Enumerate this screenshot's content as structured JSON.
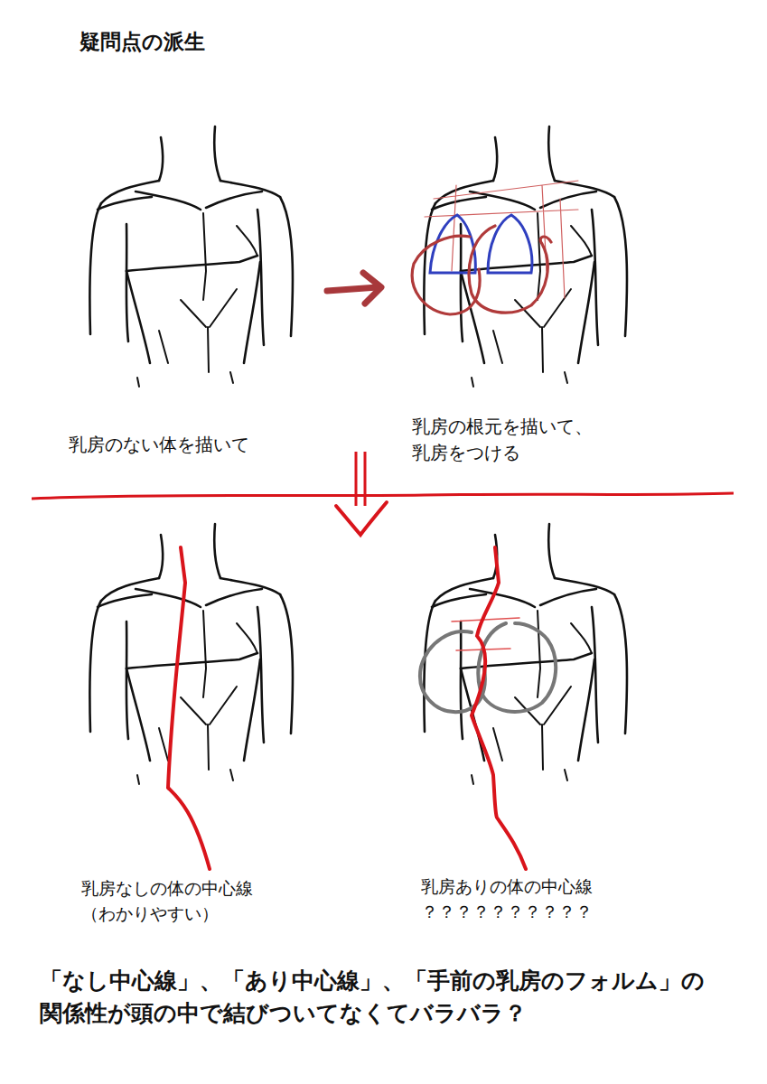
{
  "diagram": {
    "title": "疑問点の派生",
    "caption": "「なし中心線」、「あり中心線」、「手前の乳房のフォルム」の 関係性が頭の中で結びついてなくてバラバラ？",
    "labels": [
      "乳房のない体を描いて",
      "乳房の根元を描いて、 乳房をつける",
      "乳房なしの体の中心線 （わかりやすい）",
      "乳房ありの体の中心線 ？？？？？？？？？？"
    ]
  }
}
